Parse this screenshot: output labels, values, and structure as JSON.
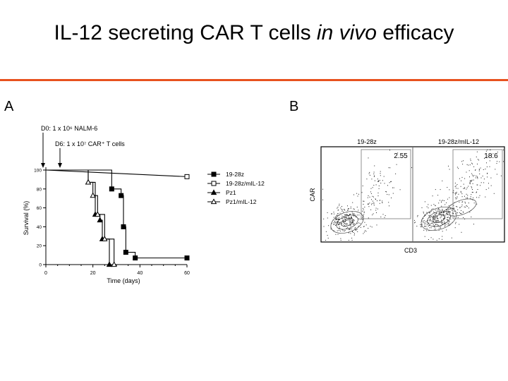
{
  "title_parts": {
    "pre": "IL-12 secreting CAR T cells ",
    "italic": "in vivo",
    "post": " efficacy"
  },
  "colors": {
    "accent_rule": "#e8521e",
    "ink": "#000000",
    "frame": "#666666"
  },
  "panels": {
    "a": "A",
    "b": "B"
  },
  "chart_data": [
    {
      "type": "line",
      "panel": "A",
      "annotations": {
        "d0": "D0: 1 x 10⁶ NALM-6",
        "d6": "D6: 1 x 10⁷ CAR⁺ T cells"
      },
      "annotation_days": [
        0,
        6
      ],
      "xlabel": "Time (days)",
      "ylabel": "Survival (%)",
      "xlim": [
        0,
        60
      ],
      "ylim": [
        0,
        100
      ],
      "xticks": [
        0,
        20,
        40,
        60
      ],
      "yticks": [
        0,
        20,
        40,
        60,
        80,
        100
      ],
      "grid": false,
      "legend": "right",
      "series": [
        {
          "name": "19-28z",
          "marker": "square-filled",
          "x": [
            0,
            28,
            28,
            32,
            32,
            33,
            33,
            34,
            34,
            38,
            38,
            60
          ],
          "y": [
            100,
            100,
            80,
            80,
            73,
            73,
            40,
            40,
            13,
            13,
            7,
            7
          ]
        },
        {
          "name": "19-28z/mIL-12",
          "marker": "square-open",
          "x": [
            0,
            60
          ],
          "y": [
            100,
            93
          ]
        },
        {
          "name": "Pz1",
          "marker": "triangle-filled",
          "x": [
            0,
            18,
            18,
            21,
            21,
            23,
            23,
            24,
            24,
            27,
            27
          ],
          "y": [
            100,
            100,
            87,
            87,
            53,
            53,
            47,
            47,
            27,
            27,
            0
          ]
        },
        {
          "name": "Pz1/mIL-12",
          "marker": "triangle-open",
          "x": [
            0,
            18,
            18,
            20,
            20,
            22,
            22,
            25,
            25,
            29,
            29
          ],
          "y": [
            100,
            100,
            87,
            87,
            73,
            73,
            53,
            53,
            27,
            27,
            0
          ]
        }
      ]
    },
    {
      "type": "scatter",
      "panel": "B",
      "plot_kind": "flow-cytometry-contour",
      "xlabel": "CD3",
      "ylabel": "CAR",
      "subplots": [
        {
          "name": "19-28z",
          "gate_percent": "2.55"
        },
        {
          "name": "19-28z/mIL-12",
          "gate_percent": "18.6"
        }
      ]
    }
  ]
}
